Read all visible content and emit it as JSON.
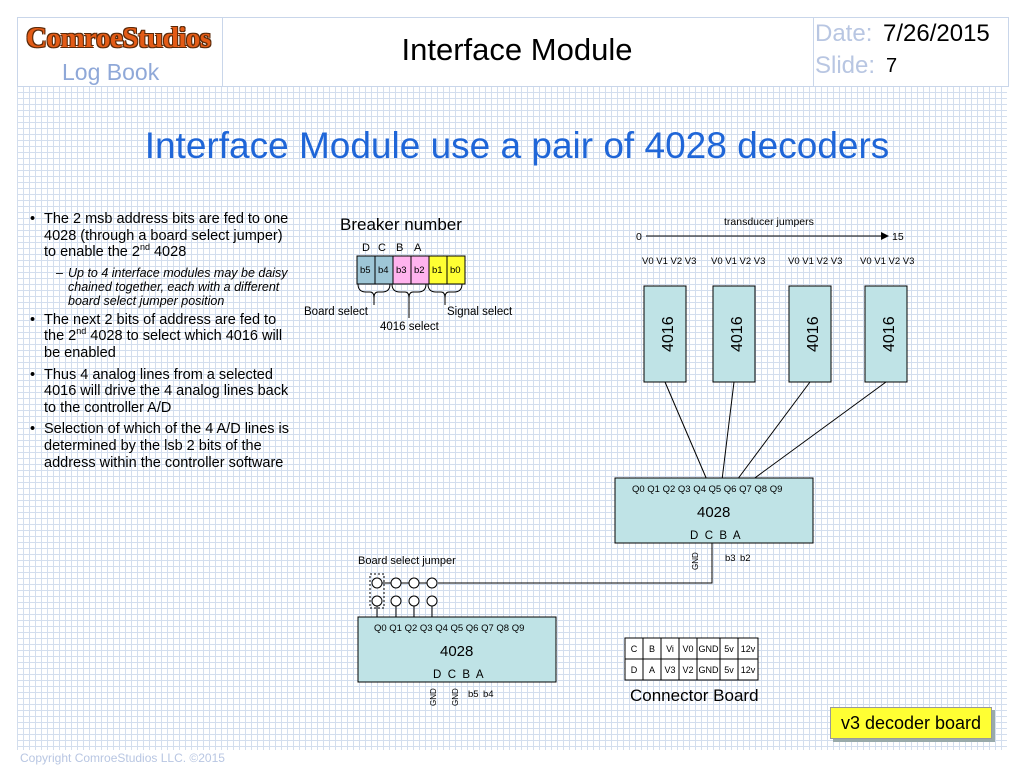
{
  "header": {
    "logo": "ComroeStudios",
    "logbook": "Log Book",
    "title": "Interface Module",
    "date_label": "Date:",
    "date_value": "7/26/2015",
    "slide_label": "Slide:",
    "slide_value": "7"
  },
  "slide_title": "Interface Module use a pair of 4028 decoders",
  "bullets": {
    "b1_pre": "The 2 msb address bits are fed to one 4028 (through a board select jumper) to enable the 2",
    "b1_sup": "nd",
    "b1_post": " 4028",
    "sub1": "Up to 4 interface modules may be daisy chained together, each with a different board select jumper position",
    "b2_pre": "The next 2 bits of address are fed to the 2",
    "b2_sup": "nd",
    "b2_post": " 4028 to select which 4016 will be enabled",
    "b3": "Thus 4 analog lines from a selected 4016 will drive the 4 analog lines back to the controller A/D",
    "b4": "Selection of which of the 4 A/D lines is determined by the lsb 2 bits of the address within the controller software"
  },
  "breaker": {
    "title": "Breaker number",
    "letters": [
      "D",
      "C",
      "B",
      "A"
    ],
    "bits": [
      "b5",
      "b4",
      "b3",
      "b2",
      "b1",
      "b0"
    ],
    "board_select": "Board select",
    "select_4016": "4016 select",
    "signal_select": "Signal select",
    "colors": [
      "#9ec6d6",
      "#9ec6d6",
      "#ffb3ee",
      "#ffb3ee",
      "#ffff33",
      "#ffff33"
    ]
  },
  "transducer": {
    "label": "transducer jumpers",
    "start": "0",
    "end": "15",
    "v_labels": [
      "V0 V1 V2 V3",
      "V0 V1 V2 V3",
      "V0 V1 V2 V3",
      "V0 V1 V2 V3"
    ]
  },
  "chips_4016": [
    "4016",
    "4016",
    "4016",
    "4016"
  ],
  "decoder_upper": {
    "name": "4028",
    "outputs": [
      "Q0",
      "Q1",
      "Q2",
      "Q3",
      "Q4",
      "Q5",
      "Q6",
      "Q7",
      "Q8",
      "Q9"
    ],
    "inputs": "D  C  B  A",
    "pins": [
      "GND",
      "b3",
      "b2"
    ]
  },
  "decoder_lower": {
    "name": "4028",
    "outputs": [
      "Q0",
      "Q1",
      "Q2",
      "Q3",
      "Q4",
      "Q5",
      "Q6",
      "Q7",
      "Q8",
      "Q9"
    ],
    "inputs": "D  C  B  A",
    "pins": [
      "GND",
      "GND",
      "b5",
      "b4"
    ]
  },
  "jumper_label": "Board select jumper",
  "connector": {
    "title": "Connector Board",
    "row1": [
      "C",
      "B",
      "Vi",
      "V0",
      "GND",
      "5v",
      "12v"
    ],
    "row2": [
      "D",
      "A",
      "V3",
      "V2",
      "GND",
      "5v",
      "12v"
    ]
  },
  "badge": "v3 decoder board",
  "copyright": "Copyright ComroeStudios LLC. ©2015",
  "colors": {
    "chip_fill": "#bfe3e6",
    "title_blue": "#1f66d8",
    "faint_blue": "#b8c6e2"
  }
}
